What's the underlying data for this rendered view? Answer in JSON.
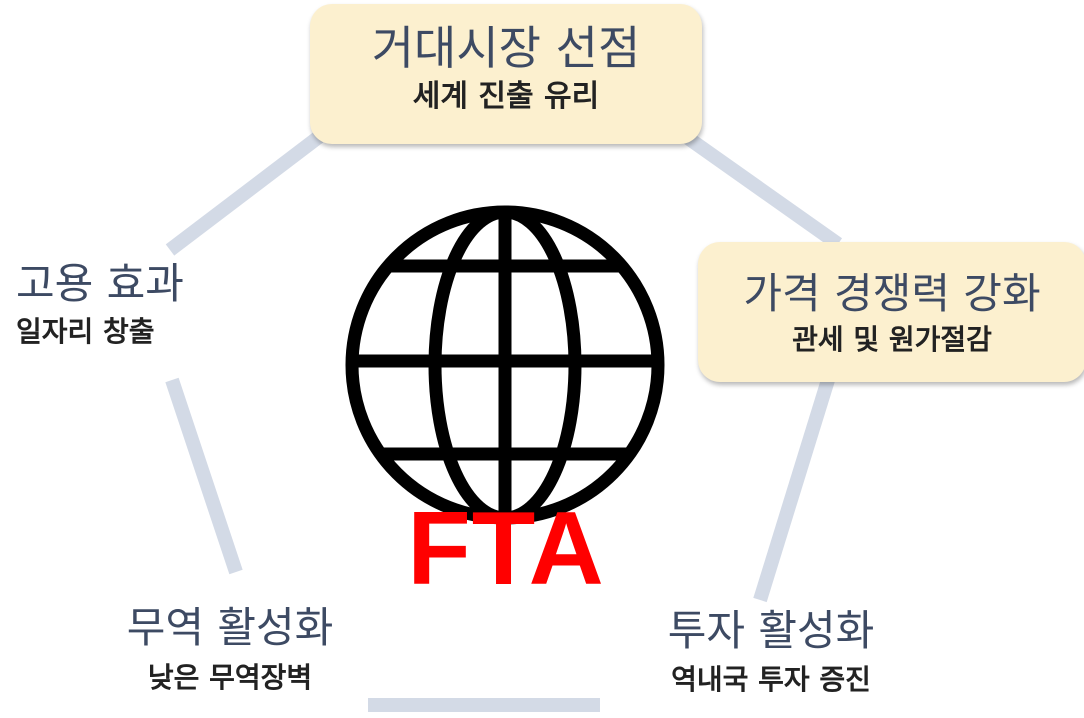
{
  "center": {
    "icon": "globe-icon",
    "label": "FTA",
    "label_color": "#ff0000"
  },
  "nodes": {
    "top": {
      "title": "거대시장 선점",
      "subtitle": "세계 진출 유리",
      "highlighted": true
    },
    "right": {
      "title": "가격 경쟁력 강화",
      "subtitle": "관세 및 원가절감",
      "highlighted": true
    },
    "bottom_right": {
      "title": "투자 활성화",
      "subtitle": "역내국 투자 증진",
      "highlighted": false
    },
    "bottom_left": {
      "title": "무역 활성화",
      "subtitle": "낮은 무역장벽",
      "highlighted": false
    },
    "left": {
      "title": "고용 효과",
      "subtitle": "일자리 창출",
      "highlighted": false
    }
  },
  "colors": {
    "highlight_fill": "#fcf0cf",
    "title_text": "#3d4a63",
    "subtitle_text": "#222222",
    "connector": "#d3dae6",
    "globe": "#000000"
  }
}
